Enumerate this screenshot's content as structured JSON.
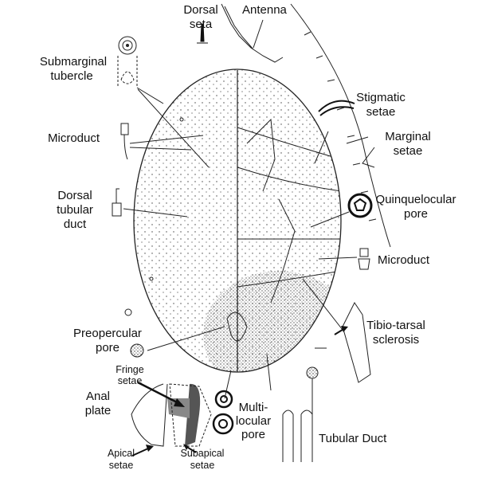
{
  "labels": {
    "dorsal_seta": [
      "Dorsal",
      "seta"
    ],
    "antenna": [
      "Antenna"
    ],
    "submarginal_tubercle": [
      "Submarginal",
      "tubercle"
    ],
    "stigmatic_setae": [
      "Stigmatic",
      "setae"
    ],
    "microduct_left": [
      "Microduct"
    ],
    "marginal_setae": [
      "Marginal",
      "setae"
    ],
    "dorsal_tubular_duct": [
      "Dorsal",
      "tubular",
      "duct"
    ],
    "quinquelocular_pore": [
      "Quinquelocular",
      "pore"
    ],
    "microduct_right": [
      "Microduct"
    ],
    "tibio_tarsal_sclerosis": [
      "Tibio-tarsal",
      "sclerosis"
    ],
    "preopercular_pore": [
      "Preopercular",
      "pore"
    ],
    "fringe_setae": [
      "Fringe",
      "setae"
    ],
    "anal_plate": [
      "Anal",
      "plate"
    ],
    "multilocular_pore": [
      "Multi-",
      "locular",
      "pore"
    ],
    "tubular_duct": [
      "Tubular Duct"
    ],
    "apical_setae": [
      "Apical",
      "setae"
    ],
    "subapical_setae": [
      "Subapical",
      "setae"
    ]
  }
}
